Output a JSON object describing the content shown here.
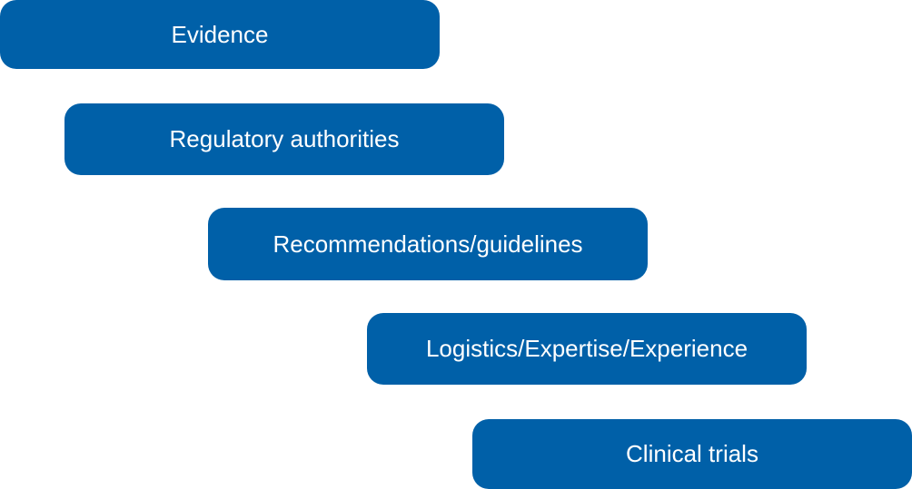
{
  "diagram": {
    "box_color": "#0060A8",
    "text_color": "#FFFFFF",
    "steps": [
      {
        "label": "Evidence"
      },
      {
        "label": "Regulatory authorities"
      },
      {
        "label": "Recommendations/guidelines"
      },
      {
        "label": "Logistics/Expertise/Experience"
      },
      {
        "label": "Clinical trials"
      }
    ]
  }
}
